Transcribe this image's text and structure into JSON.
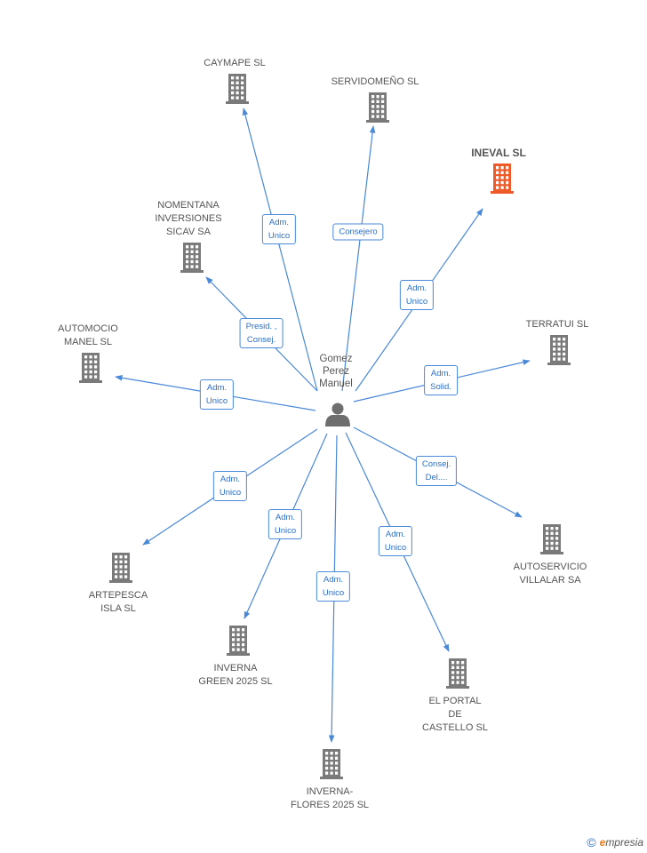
{
  "colors": {
    "edge": "#4a88d8",
    "building": "#7a7a7a",
    "highlight": "#f05a28",
    "person": "#6e6e6e"
  },
  "center": {
    "label": "Gomez\nPerez\nManuel",
    "icon": "person-icon"
  },
  "nodes": [
    {
      "id": "caymape",
      "label": "CAYMAPE  SL",
      "role": "Adm.\nUnico",
      "highlight": false
    },
    {
      "id": "servidomeno",
      "label": "SERVIDOMEÑO SL",
      "role": "Consejero",
      "highlight": false
    },
    {
      "id": "ineval",
      "label": "INEVAL SL",
      "role": "Adm.\nUnico",
      "highlight": true
    },
    {
      "id": "nomentana",
      "label": "NOMENTANA\nINVERSIONES\nSICAV SA",
      "role": "Presid. ,\nConsej.",
      "highlight": false
    },
    {
      "id": "terratui",
      "label": "TERRATUI SL",
      "role": "Adm.\nSolid.",
      "highlight": false
    },
    {
      "id": "automocio",
      "label": "AUTOMOCIO\nMANEL SL",
      "role": "Adm.\nUnico",
      "highlight": false
    },
    {
      "id": "autoservicio",
      "label": "AUTOSERVICIO\nVILLALAR SA",
      "role": "Consej.\nDel....",
      "highlight": false
    },
    {
      "id": "artepesca",
      "label": "ARTEPESCA\nISLA SL",
      "role": "Adm.\nUnico",
      "highlight": false
    },
    {
      "id": "invernagreen",
      "label": "INVERNA\nGREEN 2025 SL",
      "role": "Adm.\nUnico",
      "highlight": false
    },
    {
      "id": "invernaflores",
      "label": "INVERNA-\nFLORES 2025 SL",
      "role": "Adm.\nUnico",
      "highlight": false
    },
    {
      "id": "elportal",
      "label": "EL PORTAL\nDE\nCASTELLO SL",
      "role": "Adm.\nUnico",
      "highlight": false
    }
  ],
  "footer": {
    "copyright": "©",
    "brand_initial": "e",
    "brand_rest": "mpresia"
  }
}
